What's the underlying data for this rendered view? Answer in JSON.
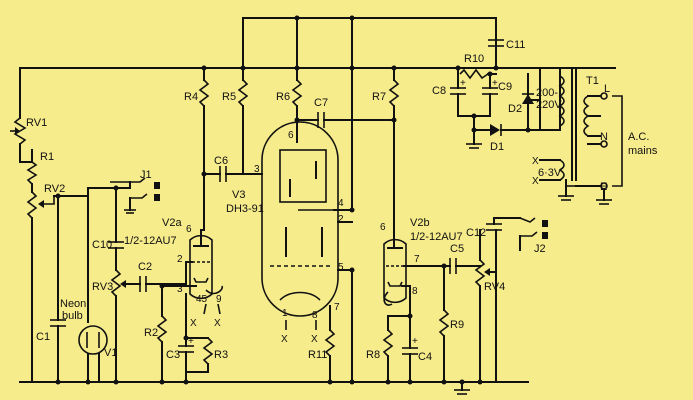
{
  "resistors": {
    "rv1": "RV1",
    "r1": "R1",
    "rv2": "RV2",
    "rv3": "RV3",
    "rv4": "RV4",
    "r2": "R2",
    "r3": "R3",
    "r4": "R4",
    "r5": "R5",
    "r6": "R6",
    "r7": "R7",
    "r8": "R8",
    "r9": "R9",
    "r10": "R10",
    "r11": "R11"
  },
  "capacitors": {
    "c1": "C1",
    "c2": "C2",
    "c3": "C3",
    "c4": "C4",
    "c5": "C5",
    "c6": "C6",
    "c7": "C7",
    "c8": "C8",
    "c9": "C9",
    "c10": "C10",
    "c11": "C11",
    "c12": "C12"
  },
  "valves": {
    "v2a": "V2a",
    "v2a_type": "1/2-12AU7",
    "v2b": "V2b",
    "v2b_type": "1/2-12AU7",
    "v3": "V3",
    "v3_type": "DH3-91",
    "v1": "V1",
    "neon_line1": "Neon",
    "neon_line2": "bulb"
  },
  "jacks": {
    "j1": "J1",
    "j2": "J2"
  },
  "diodes": {
    "d1": "D1",
    "d2": "D2"
  },
  "transformer": {
    "t1": "T1",
    "mains_voltage_1": "200-",
    "mains_voltage_2": "220V",
    "heater_voltage": "6·3V",
    "l": "L",
    "n": "N",
    "e": "E",
    "ac_1": "A.C.",
    "ac_2": "mains"
  },
  "pins": {
    "p1": "1",
    "p2": "2",
    "p3": "3",
    "p4": "4",
    "p5": "5",
    "p6": "6",
    "p7": "7",
    "p8": "8",
    "p45": "45",
    "p9": "9"
  },
  "heater_terminal": "X"
}
